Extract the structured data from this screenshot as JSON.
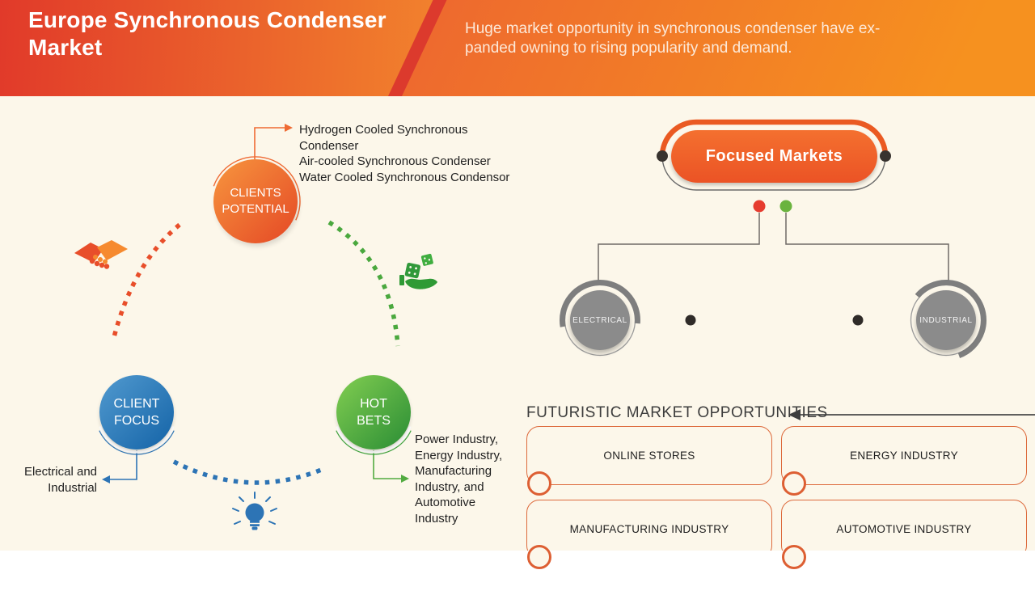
{
  "banner": {
    "title": "Europe Synchronous Condenser\nMarket",
    "subtitle": "Huge market opportunity in synchronous condenser  have ex-\npanded owning to rising popularity and demand."
  },
  "diagram": {
    "clients_potential": {
      "label": "CLIENTS\nPOTENTIAL",
      "items": "Hydrogen Cooled Synchronous\nCondenser\nAir-cooled Synchronous Condenser\nWater Cooled Synchronous Condensor"
    },
    "client_focus": {
      "label": "CLIENT\nFOCUS",
      "items": "Electrical and\nIndustrial"
    },
    "hot_bets": {
      "label": "HOT\nBETS",
      "items": "Power Industry,\nEnergy Industry,\nManufacturing\nIndustry, and\nAutomotive\nIndustry"
    },
    "icons": [
      "handshake-icon",
      "dice-hand-icon",
      "lightbulb-icon"
    ]
  },
  "focused_markets": {
    "title": "Focused Markets",
    "nodes": [
      {
        "label": "ELECTRICAL"
      },
      {
        "label": "INDUSTRIAL"
      }
    ]
  },
  "opportunities": {
    "heading": "FUTURISTIC MARKET OPPORTUNITIES",
    "boxes": [
      "ONLINE STORES",
      "ENERGY INDUSTRY",
      "MANUFACTURING INDUSTRY",
      "AUTOMOTIVE INDUSTRY"
    ]
  },
  "colors": {
    "banner_red": "#e13a2a",
    "banner_orange": "#f89c2e",
    "accent_orange": "#ec5a28",
    "blue": "#2d74b5",
    "green": "#3fa33f",
    "node_gray": "#8b8b8b",
    "red_dot": "#e63c2f",
    "green_dot": "#6ab33e",
    "background_cream": "#fcf7ea"
  }
}
